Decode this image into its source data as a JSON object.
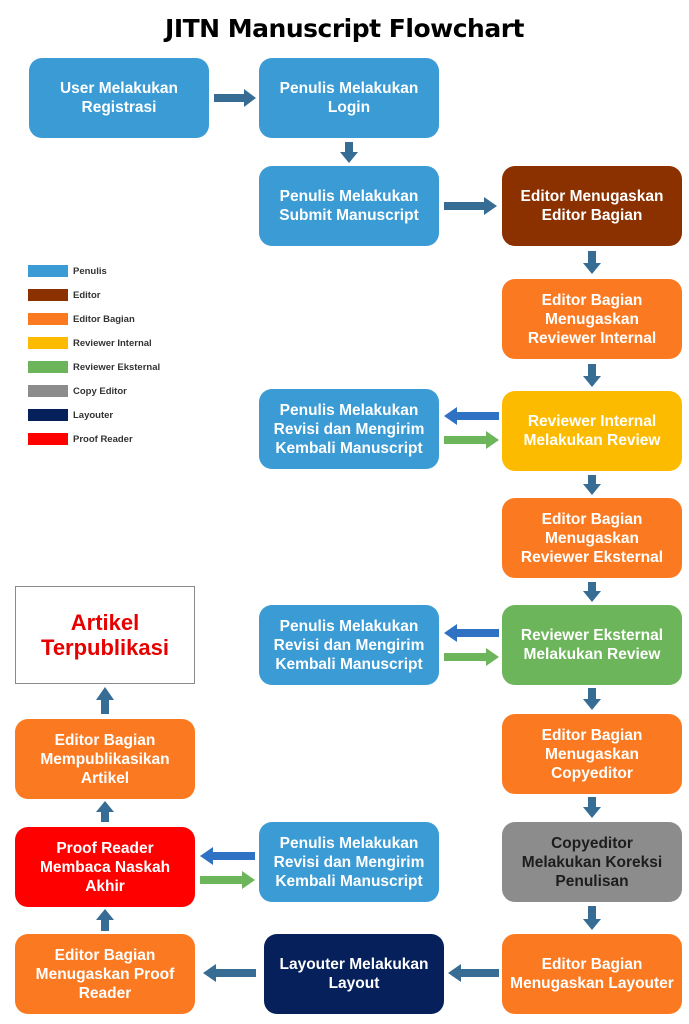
{
  "title": "JITN Manuscript Flowchart",
  "colors": {
    "penulis": "#3a9bd5",
    "editor": "#8b3100",
    "editor_bagian": "#fb7a21",
    "reviewer_internal": "#fdbb00",
    "reviewer_eksternal": "#6cb55a",
    "copy_editor": "#8c8c8c",
    "layouter": "#05205a",
    "proof_reader": "#fe0000",
    "arrow_main": "#376d95",
    "arrow_return": "#2f72c4",
    "arrow_submit": "#6cb55a"
  },
  "legend": [
    {
      "label": "Penulis",
      "color": "#3a9bd5"
    },
    {
      "label": "Editor",
      "color": "#8b3100"
    },
    {
      "label": "Editor Bagian",
      "color": "#fb7a21"
    },
    {
      "label": "Reviewer Internal",
      "color": "#fdbb00"
    },
    {
      "label": "Reviewer Eksternal",
      "color": "#6cb55a"
    },
    {
      "label": "Copy Editor",
      "color": "#8c8c8c"
    },
    {
      "label": "Layouter",
      "color": "#05205a"
    },
    {
      "label": "Proof Reader",
      "color": "#fe0000"
    }
  ],
  "nodes": {
    "registrasi": "User Melakukan Registrasi",
    "login": "Penulis Melakukan Login",
    "submit": "Penulis Melakukan Submit Manuscript",
    "editor_assign": "Editor Menugaskan Editor Bagian",
    "eb_ri": "Editor Bagian Menugaskan Reviewer Internal",
    "revisi1": "Penulis Melakukan Revisi dan Mengirim Kembali Manuscript",
    "ri_review": "Reviewer Internal Melakukan Review",
    "eb_re": "Editor Bagian Menugaskan Reviewer Eksternal",
    "revisi2": "Penulis Melakukan Revisi dan Mengirim Kembali Manuscript",
    "re_review": "Reviewer Eksternal Melakukan Review",
    "eb_ce": "Editor Bagian Menugaskan Copyeditor",
    "ce_koreksi": "Copyeditor Melakukan Koreksi Penulisan",
    "eb_lay": "Editor Bagian Menugaskan Layouter",
    "layout": "Layouter Melakukan Layout",
    "eb_pr": "Editor Bagian Menugaskan Proof Reader",
    "pr_baca": "Proof Reader Membaca Naskah Akhir",
    "revisi3": "Penulis Melakukan Revisi dan Mengirim Kembali Manuscript",
    "eb_publish": "Editor Bagian Mempublikasikan Artikel",
    "published": "Artikel Terpublikasi"
  }
}
